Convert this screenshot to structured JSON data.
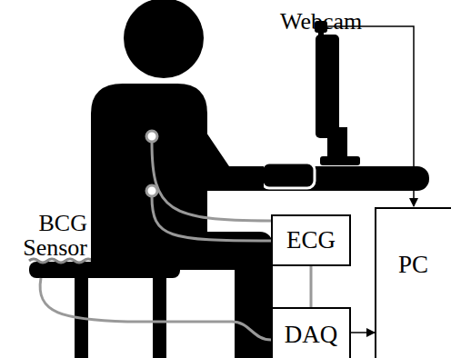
{
  "diagram": {
    "nodes": [
      {
        "text": [
          "ECG"
        ]
      },
      {
        "text": [
          "DAQ"
        ]
      },
      {
        "text": [
          "PC"
        ]
      }
    ],
    "edges": [
      {
        "from": 0,
        "to": 1,
        "arrow": "none"
      },
      {
        "from": 1,
        "to": 2,
        "arrow": "to"
      }
    ],
    "labels": [
      "Webcam",
      "BCG Sensor"
    ]
  }
}
